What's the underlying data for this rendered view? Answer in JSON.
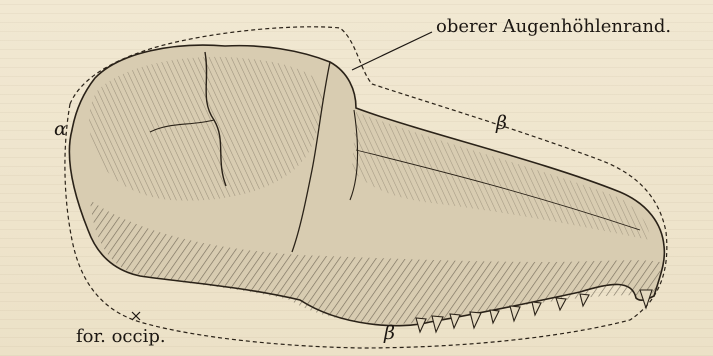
{
  "figure": {
    "labels": {
      "orbital_rim": "oberer Augenhöhlenrand.",
      "foramen": "for. occip.",
      "alpha": "α",
      "beta_top": "β",
      "beta_bottom": "β"
    },
    "colors": {
      "paper": "#efe6cf",
      "ink": "#1c1712",
      "skull_fill": "#d8ccb1"
    }
  }
}
